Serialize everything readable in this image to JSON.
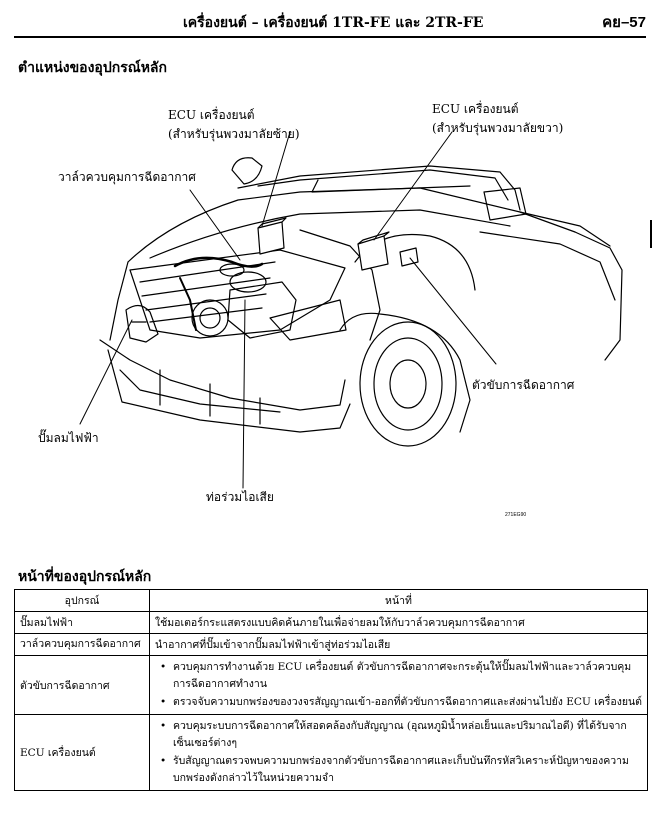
{
  "header": {
    "title": "เครื่องยนต์ – เครื่องยนต์ 1TR-FE และ 2TR-FE",
    "page": "คย–57"
  },
  "section_location": {
    "title": "ตำแหน่งของอุปกรณ์หลัก"
  },
  "figure": {
    "labels": {
      "ecu_left": [
        "ECU เครื่องยนต์",
        "(สำหรับรุ่นพวงมาลัยซ้าย)"
      ],
      "ecu_right": [
        "ECU เครื่องยนต์",
        "(สำหรับรุ่นพวงมาลัยขวา)"
      ],
      "air_valve": "วาล์วควบคุมการฉีดอากาศ",
      "driver": "ตัวขับการฉีดอากาศ",
      "pump": "ปั๊มลมไฟฟ้า",
      "pipe": "ท่อร่วมไอเสีย"
    },
    "code": "271EG90"
  },
  "section_function": {
    "title": "หน้าที่ของอุปกรณ์หลัก",
    "headers": [
      "อุปกรณ์",
      "หน้าที่"
    ],
    "rows": [
      {
        "component": "ปั๊มลมไฟฟ้า",
        "functions": [
          "ใช้มอเตอร์กระแสตรงแบบคิดค้นภายในเพื่อจ่ายลมให้กับวาล์วควบคุมการฉีดอากาศ"
        ]
      },
      {
        "component": "วาล์วควบคุมการฉีดอากาศ",
        "functions": [
          "นำอากาศที่ปั๊มเข้าจากปั๊มลมไฟฟ้าเข้าสู่ท่อร่วมไอเสีย"
        ]
      },
      {
        "component": "ตัวขับการฉีดอากาศ",
        "functions": [
          "ควบคุมการทำงานด้วย ECU เครื่องยนต์ ตัวขับการฉีดอากาศจะกระตุ้นให้ปั๊มลมไฟฟ้าและวาล์วควบคุมการฉีดอากาศทำงาน",
          "ตรวจจับความบกพร่องของวงจรสัญญาณเข้า-ออกที่ตัวขับการฉีดอากาศและส่งผ่านไปยัง ECU เครื่องยนต์"
        ]
      },
      {
        "component": "ECU เครื่องยนต์",
        "functions": [
          "ควบคุมระบบการฉีดอากาศให้สอดคล้องกับสัญญาณ (อุณหภูมิน้ำหล่อเย็นและปริมาณไอดี) ที่ได้รับจากเซ็นเซอร์ต่างๆ",
          "รับสัญญาณตรวจพบความบกพร่องจากตัวขับการฉีดอากาศและเก็บบันทึกรหัสวิเคราะห์ปัญหาของความบกพร่องดังกล่าวไว้ในหน่วยความจำ"
        ]
      }
    ],
    "bullet_icon": "bullet-dot-icon"
  }
}
